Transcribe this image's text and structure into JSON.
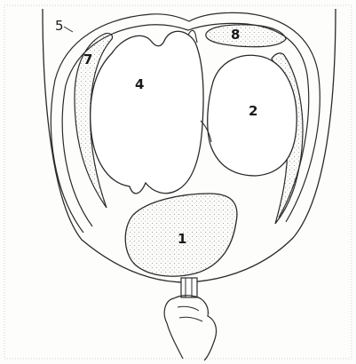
{
  "diagram": {
    "labels": {
      "one": "1",
      "two": "2",
      "four": "4",
      "five": "5",
      "seven": "7",
      "eight": "8"
    },
    "colors": {
      "line": "#2a2a2a",
      "stipple": "#8a8a8a",
      "background": "#fdfdfc",
      "frame": "#cfcfcf"
    }
  }
}
